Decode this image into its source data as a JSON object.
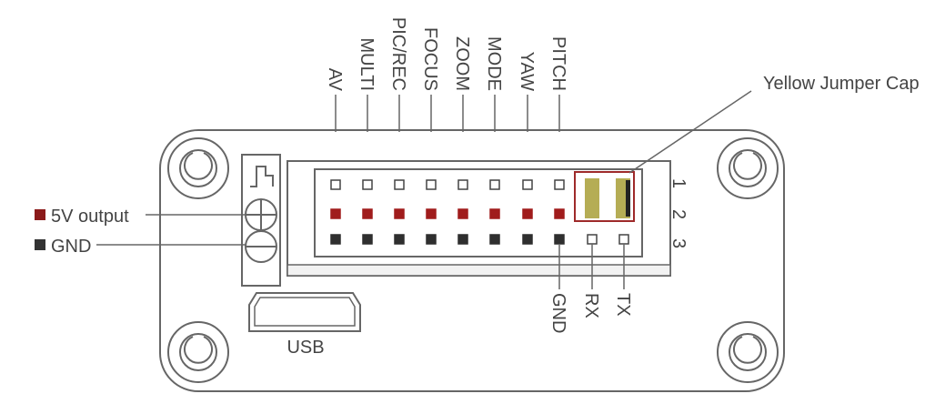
{
  "signals": [
    {
      "label": "AV"
    },
    {
      "label": "MULTI"
    },
    {
      "label": "PIC/REC"
    },
    {
      "label": "FOCUS"
    },
    {
      "label": "ZOOM"
    },
    {
      "label": "MODE"
    },
    {
      "label": "YAW"
    },
    {
      "label": "PITCH"
    }
  ],
  "bottom_labels": [
    "GND",
    "RX",
    "TX"
  ],
  "row_numbers": [
    "1",
    "2",
    "3"
  ],
  "legend": [
    {
      "label": "5V output",
      "color": "#8b1a1a"
    },
    {
      "label": "GND",
      "color": "#333333"
    }
  ],
  "callout": "Yellow Jumper Cap",
  "usb_label": "USB",
  "colors": {
    "outline": "#666666",
    "power_pin": "#a01c1c",
    "ground_pin": "#2f2f2f",
    "jumper_fill": "#b5ad55",
    "jumper_box": "#9e2a2a"
  }
}
